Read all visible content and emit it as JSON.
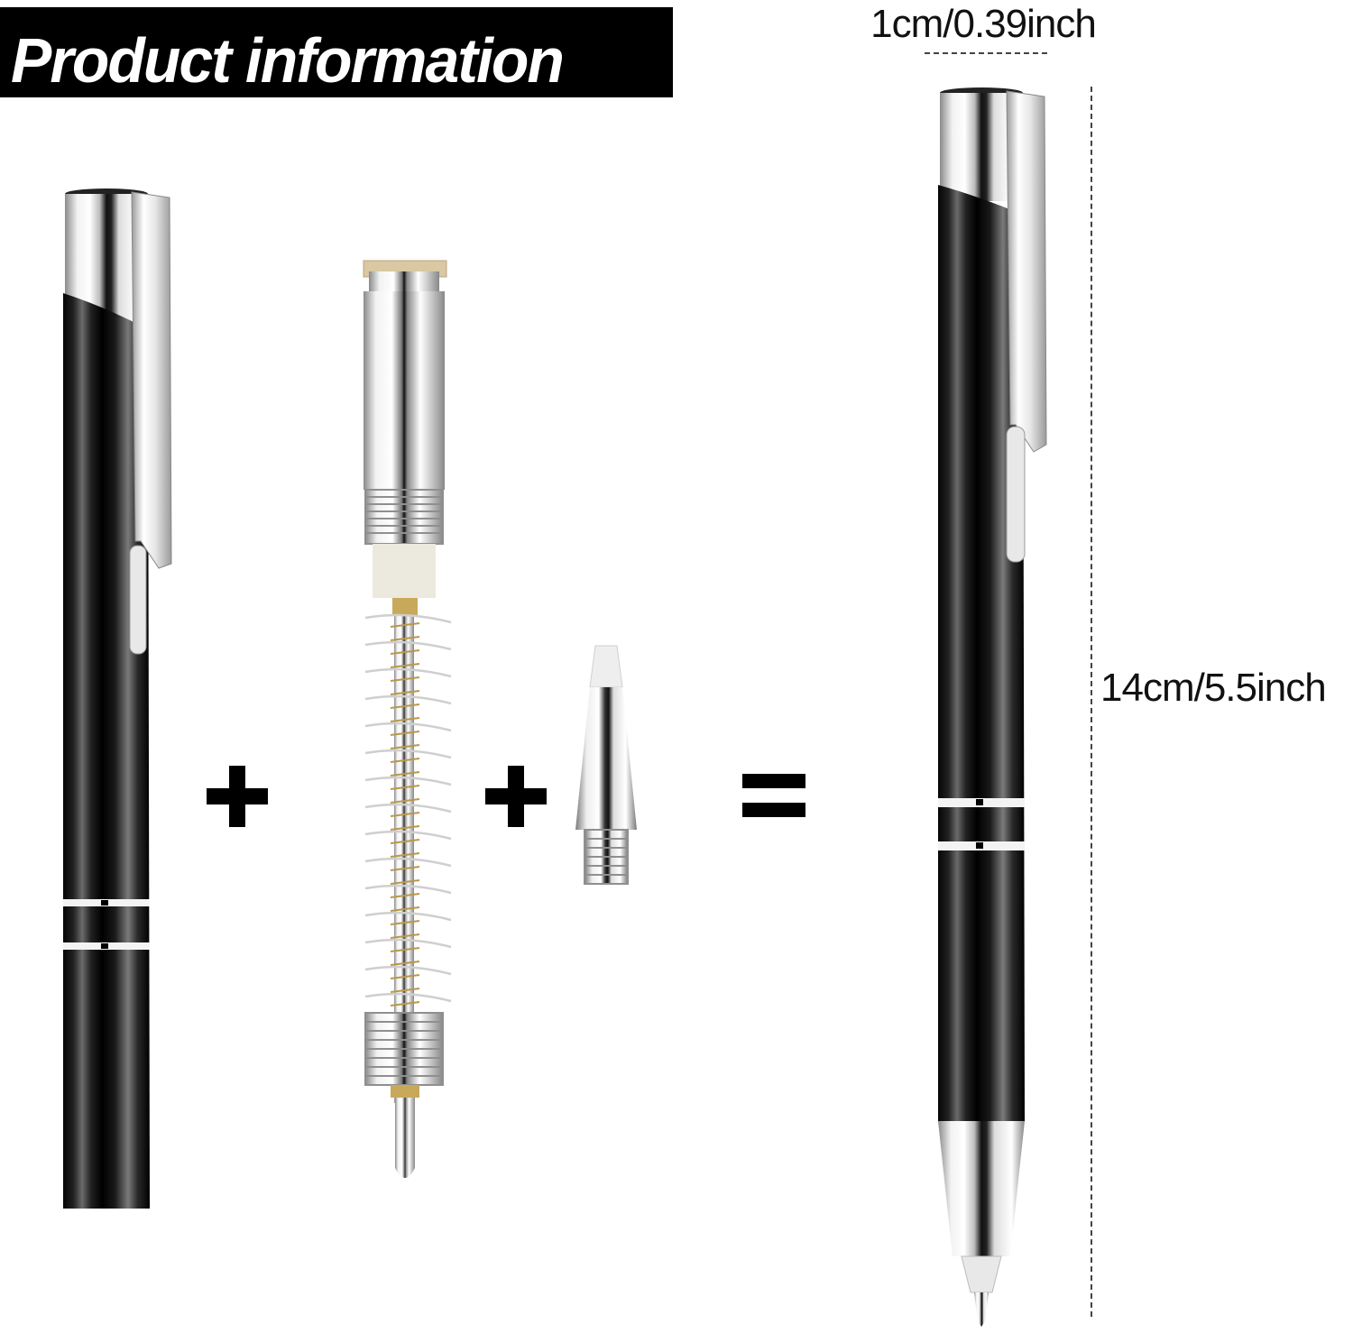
{
  "header": {
    "title": "Product information"
  },
  "dimensions": {
    "width_label": "1cm/0.39inch",
    "height_label": "14cm/5.5inch"
  },
  "components": [
    {
      "name": "pen-barrel",
      "description": "Black pen barrel with chrome cap and clip"
    },
    {
      "name": "refill-mechanism",
      "description": "Chrome refill with spring mechanism"
    },
    {
      "name": "pen-tip-cone",
      "description": "Chrome conical pen tip with thread"
    }
  ],
  "operators": {
    "plus_1": "+",
    "plus_2": "+",
    "equals": "="
  },
  "result": {
    "name": "assembled-pen",
    "description": "Assembled black ballpoint pen"
  },
  "colors": {
    "background": "#ffffff",
    "banner": "#000000",
    "banner_text": "#ffffff",
    "pen_body": "#000000",
    "chrome": "#d9d9d9",
    "brass": "#c8a95a"
  }
}
